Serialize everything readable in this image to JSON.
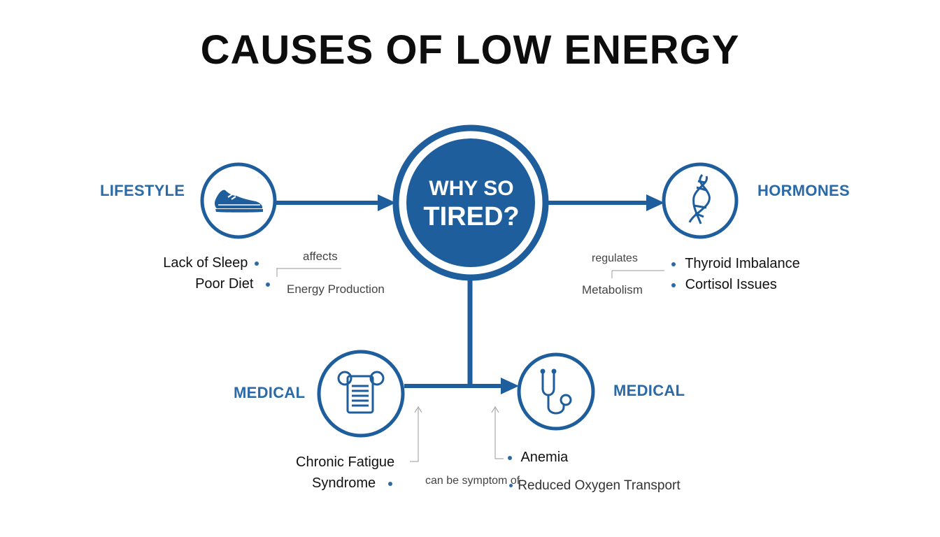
{
  "title": "CAUSES OF LOW ENERGY",
  "center": {
    "line1": "WHY SO",
    "line2": "TIRED?"
  },
  "lifestyle": {
    "label": "LIFESTYLE",
    "icon": "shoe-icon",
    "items": [
      "Lack of Sleep",
      "Poor Diet"
    ],
    "note_relation": "affects",
    "note_target": "Energy Production"
  },
  "hormones": {
    "label": "HORMONES",
    "icon": "dna-icon",
    "items": [
      "Thyroid Imbalance",
      "Cortisol Issues"
    ],
    "note_relation": "regulates",
    "note_target": "Metabolism"
  },
  "medical_left": {
    "label": "MEDICAL",
    "icon": "clipboard-icon",
    "items": [
      "Chronic Fatigue",
      "Syndrome"
    ]
  },
  "medical_right": {
    "label": "MEDICAL",
    "icon": "stethoscope-icon",
    "items": [
      "Anemia",
      "Reduced Oxygen Transport"
    ],
    "note_relation": "can be symptom of"
  },
  "colors": {
    "accent": "#2b6aa6",
    "accent_dark": "#1f5e9c",
    "text": "#111111"
  }
}
